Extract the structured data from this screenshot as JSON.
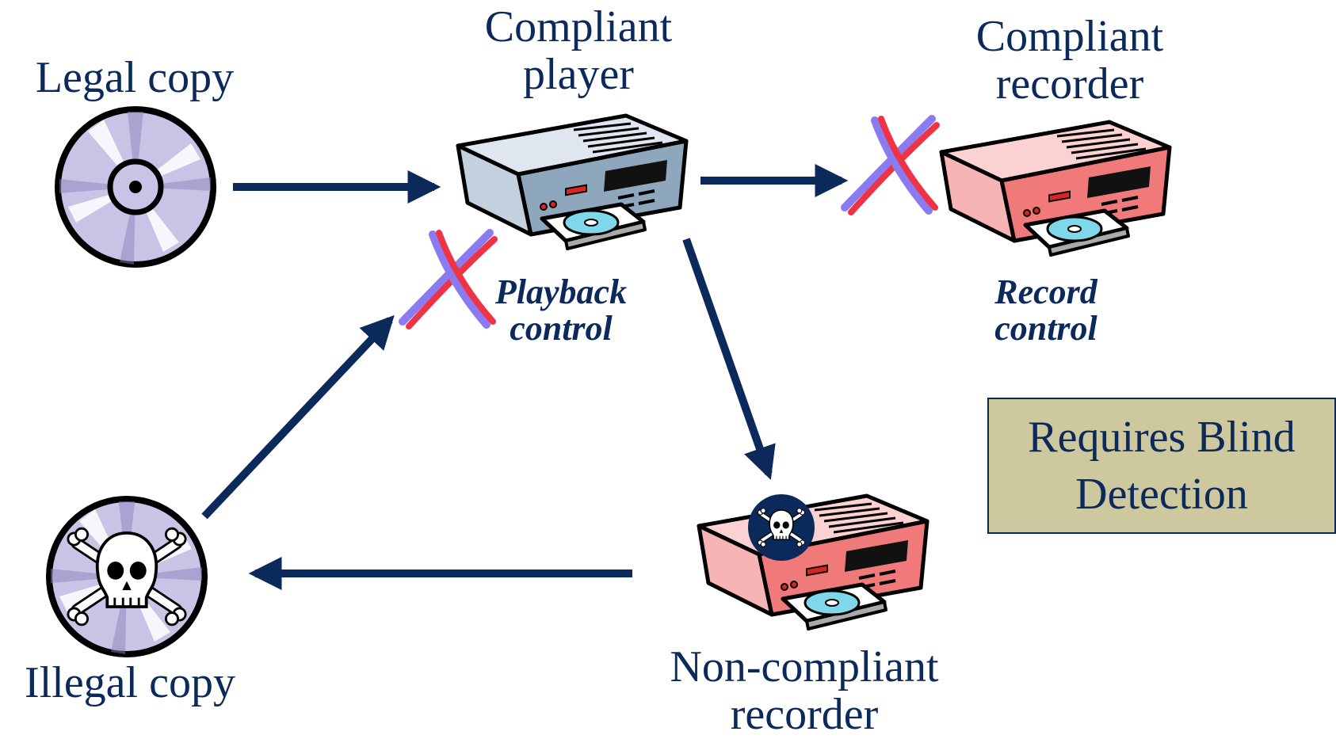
{
  "nodes": {
    "legal_copy": {
      "label": "Legal copy"
    },
    "compliant_player": {
      "line1": "Compliant",
      "line2": "player"
    },
    "compliant_recorder": {
      "line1": "Compliant",
      "line2": "recorder"
    },
    "non_compliant_recorder": {
      "line1": "Non-compliant",
      "line2": "recorder"
    },
    "illegal_copy": {
      "label": "Illegal copy"
    }
  },
  "controls": {
    "playback": {
      "line1": "Playback",
      "line2": "control"
    },
    "record": {
      "line1": "Record",
      "line2": "control"
    }
  },
  "note": {
    "line1": "Requires Blind",
    "line2": "Detection"
  },
  "colors": {
    "text": "#0b2a5b",
    "arrow": "#0b2a5b",
    "note_fill": "#cdc89d",
    "player_body": "#8fa7bd",
    "recorder_body": "#f08080",
    "disc": "#c9c3e6",
    "cross_red": "#ee3344",
    "cross_blue": "#8a7cf0"
  }
}
